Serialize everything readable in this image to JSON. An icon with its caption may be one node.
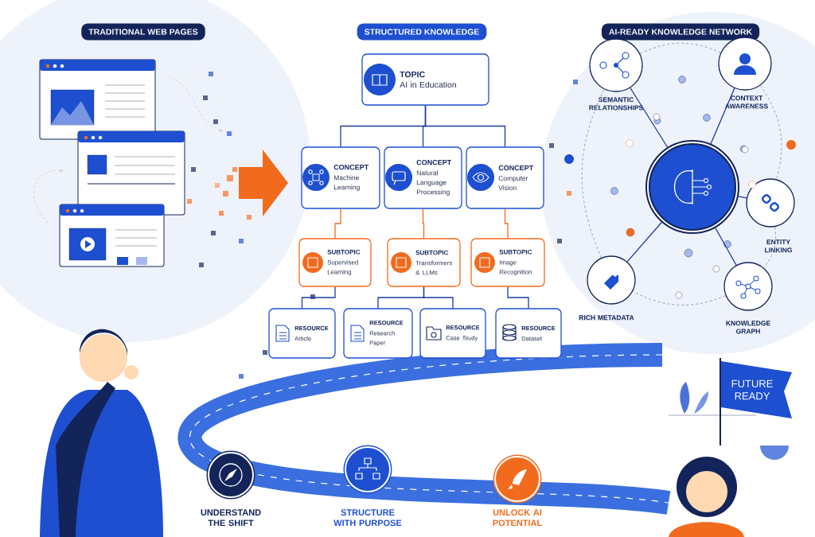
{
  "diagram": {
    "nodes": [
      {
        "text": [
          "TOPIC",
          "AI in Education"
        ]
      },
      {
        "text": [
          "CONCEPT",
          "Machine Learning"
        ]
      },
      {
        "text": [
          "CONCEPT",
          "Natural Language Processing"
        ]
      },
      {
        "text": [
          "CONCEPT",
          "Computer Vision"
        ]
      },
      {
        "text": [
          "SUBTOPIC",
          "Supervised Learning"
        ]
      },
      {
        "text": [
          "SUBTOPIC",
          "Transformers & LLMs"
        ]
      },
      {
        "text": [
          "SUBTOPIC",
          "Image Recognition"
        ]
      },
      {
        "text": [
          "RESOURCE",
          "Article"
        ]
      },
      {
        "text": [
          "RESOURCE",
          "Research Paper"
        ]
      },
      {
        "text": [
          "RESOURCE",
          "Case Study"
        ]
      },
      {
        "text": [
          "RESOURCE",
          "Dataset"
        ]
      },
      {
        "text": [],
        "shape": "circle"
      },
      {
        "text": [
          "SEMANTIC RELATIONSHIPS"
        ]
      },
      {
        "text": [
          "CONTEXT AWARENESS"
        ]
      },
      {
        "text": [
          "ENTITY LINKING"
        ]
      },
      {
        "text": [
          "KNOWLEDGE GRAPH"
        ]
      },
      {
        "text": [
          "RICH METADATA"
        ]
      },
      {
        "text": [
          "UNDERSTAND THE SHIFT"
        ]
      },
      {
        "text": [
          "STRUCTURE WITH PURPOSE"
        ]
      },
      {
        "text": [
          "UNLOCK AI POTENTIAL"
        ]
      },
      {
        "text": [
          "FUTURE READY"
        ]
      }
    ],
    "edges": [
      {
        "from": 0,
        "to": 1,
        "arrow": "none"
      },
      {
        "from": 0,
        "to": 2,
        "arrow": "none"
      },
      {
        "from": 0,
        "to": 3,
        "arrow": "none"
      },
      {
        "from": 1,
        "to": 4,
        "arrow": "none",
        "color": "#f26b1d"
      },
      {
        "from": 2,
        "to": 5,
        "arrow": "none",
        "color": "#f26b1d"
      },
      {
        "from": 3,
        "to": 6,
        "arrow": "none",
        "color": "#f26b1d"
      },
      {
        "from": 4,
        "to": 7,
        "arrow": "none"
      },
      {
        "from": 5,
        "to": 8,
        "arrow": "none"
      },
      {
        "from": 5,
        "to": 9,
        "arrow": "none"
      },
      {
        "from": 6,
        "to": 10,
        "arrow": "none"
      },
      {
        "from": 11,
        "to": 12,
        "arrow": "none"
      },
      {
        "from": 11,
        "to": 13,
        "arrow": "none"
      },
      {
        "from": 11,
        "to": 14,
        "arrow": "none"
      },
      {
        "from": 11,
        "to": 15,
        "arrow": "none"
      },
      {
        "from": 11,
        "to": 16,
        "arrow": "none"
      },
      {
        "from": 12,
        "to": 13,
        "arrow": "none",
        "style": "dashed",
        "color": "#8a94b0"
      },
      {
        "from": 13,
        "to": 14,
        "arrow": "none",
        "style": "dashed",
        "color": "#8a94b0"
      },
      {
        "from": 14,
        "to": 15,
        "arrow": "none",
        "style": "dashed",
        "color": "#8a94b0"
      },
      {
        "from": 15,
        "to": 16,
        "arrow": "none",
        "style": "dashed",
        "color": "#8a94b0"
      },
      {
        "from": 16,
        "to": 12,
        "arrow": "none",
        "style": "dashed",
        "color": "#8a94b0"
      }
    ],
    "labels": [
      "TRADITIONAL WEB PAGES",
      "STRUCTURED KNOWLEDGE",
      "AI-READY KNOWLEDGE NETWORK"
    ]
  }
}
